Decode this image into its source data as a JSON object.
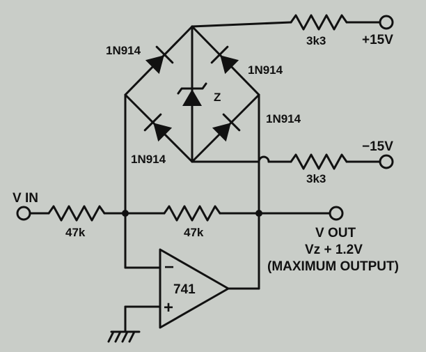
{
  "diodes": {
    "top_left": "1N914",
    "top_right": "1N914",
    "bottom_left": "1N914",
    "bottom_right": "1N914"
  },
  "zener": "Z",
  "resistors": {
    "top": "3k3",
    "bottom": "3k3",
    "input": "47k",
    "feedback": "47k"
  },
  "supplies": {
    "positive": "+15V",
    "negative": "−15V"
  },
  "terminals": {
    "input": "V IN",
    "output": "V OUT"
  },
  "opamp": {
    "part": "741",
    "inverting": "−",
    "noninverting": "+"
  },
  "output_note": {
    "formula": "Vz + 1.2V",
    "limit": "(MAXIMUM OUTPUT)"
  },
  "colors": {
    "background": "#c9cdc8",
    "ink": "#111111"
  }
}
